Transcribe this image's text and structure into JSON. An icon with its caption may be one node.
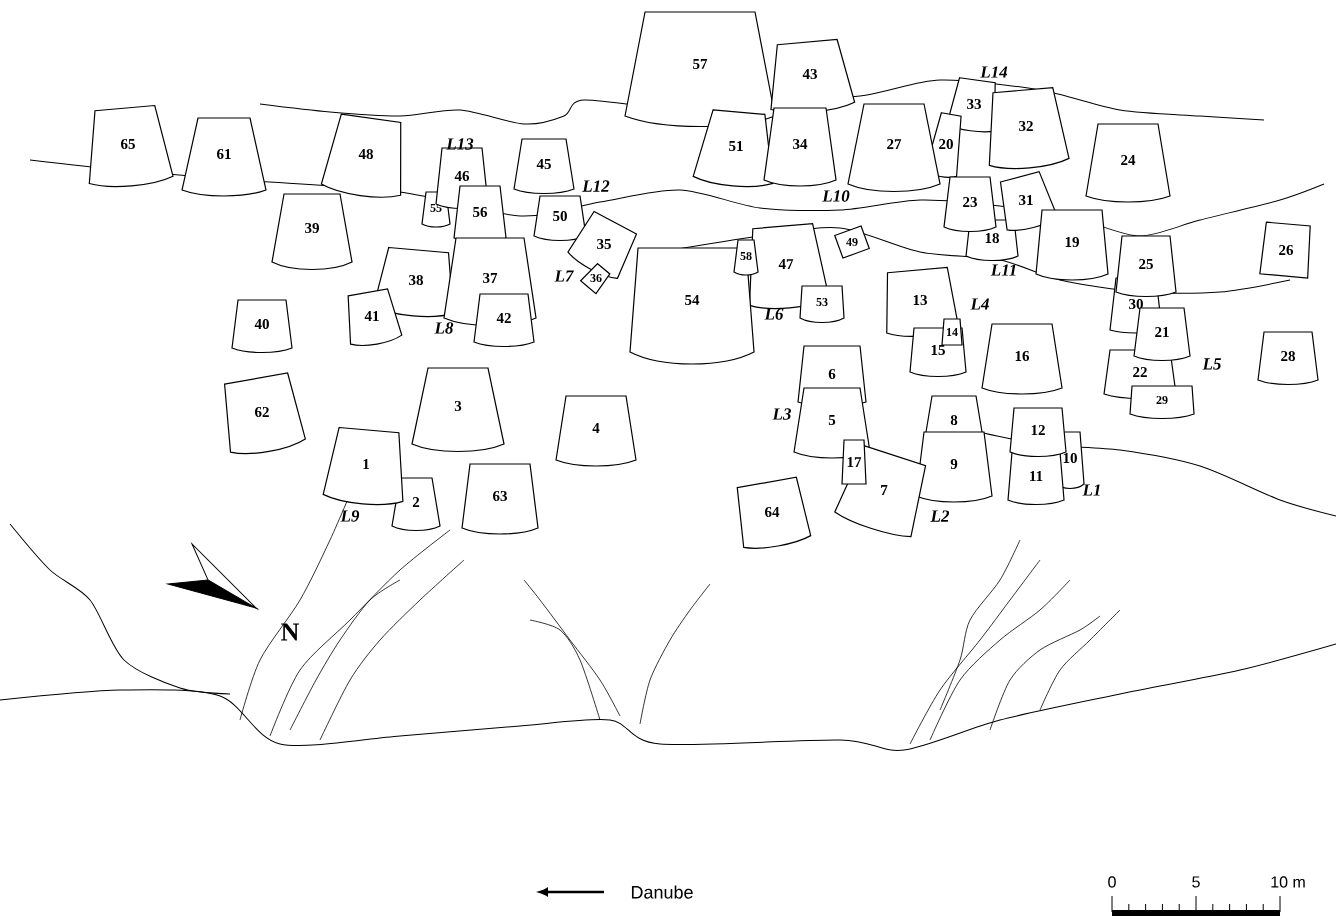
{
  "diagram": {
    "nodes": [
      {
        "text": [
          "57"
        ]
      },
      {
        "text": [
          "43"
        ]
      },
      {
        "text": [
          "33"
        ]
      },
      {
        "text": [
          "32"
        ]
      },
      {
        "text": [
          "65"
        ]
      },
      {
        "text": [
          "61"
        ]
      },
      {
        "text": [
          "48"
        ]
      },
      {
        "text": [
          "51"
        ]
      },
      {
        "text": [
          "34"
        ]
      },
      {
        "text": [
          "27"
        ]
      },
      {
        "text": [
          "20"
        ]
      },
      {
        "text": [
          "24"
        ]
      },
      {
        "text": [
          "45"
        ]
      },
      {
        "text": [
          "46"
        ]
      },
      {
        "text": [
          "55"
        ]
      },
      {
        "text": [
          "56"
        ]
      },
      {
        "text": [
          "50"
        ]
      },
      {
        "text": [
          "23"
        ]
      },
      {
        "text": [
          "31"
        ]
      },
      {
        "text": [
          "39"
        ]
      },
      {
        "text": [
          "35"
        ]
      },
      {
        "text": [
          "18"
        ]
      },
      {
        "text": [
          "19"
        ]
      },
      {
        "text": [
          "26"
        ]
      },
      {
        "text": [
          "49"
        ]
      },
      {
        "text": [
          "58"
        ]
      },
      {
        "text": [
          "47"
        ]
      },
      {
        "text": [
          "25"
        ]
      },
      {
        "text": [
          "36"
        ]
      },
      {
        "text": [
          "38"
        ]
      },
      {
        "text": [
          "37"
        ]
      },
      {
        "text": [
          "54"
        ]
      },
      {
        "text": [
          "53"
        ]
      },
      {
        "text": [
          "13"
        ]
      },
      {
        "text": [
          "30"
        ]
      },
      {
        "text": [
          "41"
        ]
      },
      {
        "text": [
          "42"
        ]
      },
      {
        "text": [
          "40"
        ]
      },
      {
        "text": [
          "14"
        ]
      },
      {
        "text": [
          "21"
        ]
      },
      {
        "text": [
          "15"
        ]
      },
      {
        "text": [
          "28"
        ]
      },
      {
        "text": [
          "16"
        ]
      },
      {
        "text": [
          "22"
        ]
      },
      {
        "text": [
          "6"
        ]
      },
      {
        "text": [
          "29"
        ]
      },
      {
        "text": [
          "3"
        ]
      },
      {
        "text": [
          "62"
        ]
      },
      {
        "text": [
          "5"
        ]
      },
      {
        "text": [
          "8"
        ]
      },
      {
        "text": [
          "4"
        ]
      },
      {
        "text": [
          "12"
        ]
      },
      {
        "text": [
          "10"
        ]
      },
      {
        "text": [
          "17"
        ]
      },
      {
        "text": [
          "1"
        ]
      },
      {
        "text": [
          "9"
        ]
      },
      {
        "text": [
          "11"
        ]
      },
      {
        "text": [
          "7"
        ]
      },
      {
        "text": [
          "63"
        ]
      },
      {
        "text": [
          "2"
        ]
      },
      {
        "text": [
          "64"
        ]
      }
    ],
    "labels": [
      "L14",
      "L13",
      "L12",
      "L10",
      "L11",
      "L7",
      "L6",
      "L4",
      "L8",
      "L5",
      "L3",
      "L1",
      "L2",
      "L9",
      "N",
      "Danube",
      "0",
      "5",
      "10 m"
    ]
  }
}
